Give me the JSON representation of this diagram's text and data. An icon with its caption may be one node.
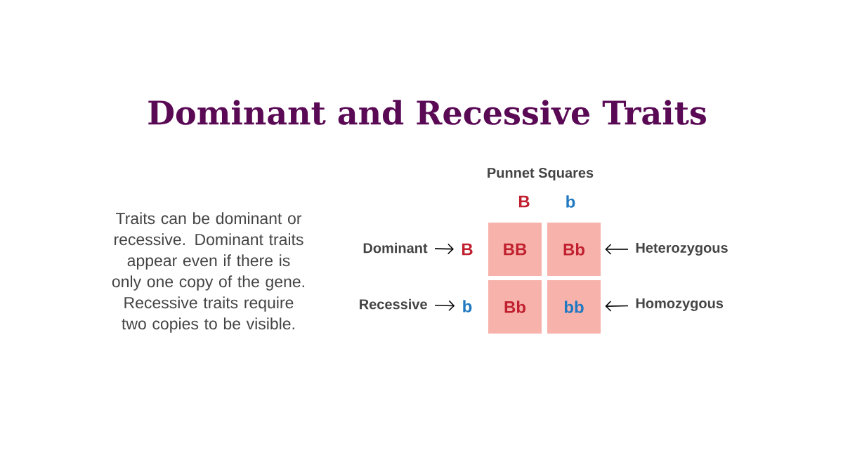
{
  "diagram": {
    "title": "Dominant and Recessive Traits",
    "nodes": [
      {
        "text": [
          "Dominant"
        ]
      },
      {
        "text": [
          "B"
        ]
      },
      {
        "text": [
          "BB"
        ]
      },
      {
        "text": [
          "Bb"
        ]
      },
      {
        "text": [
          "Heterozygous"
        ]
      },
      {
        "text": [
          "Recessive"
        ]
      },
      {
        "text": [
          "b"
        ]
      },
      {
        "text": [
          "Bb"
        ]
      },
      {
        "text": [
          "bb"
        ]
      },
      {
        "text": [
          "Homozygous"
        ]
      }
    ],
    "edges": [
      {
        "from": 0,
        "to": 1,
        "arrow": "to"
      },
      {
        "from": 4,
        "to": 3,
        "arrow": "to"
      },
      {
        "from": 5,
        "to": 6,
        "arrow": "to"
      },
      {
        "from": 9,
        "to": 8,
        "arrow": "to"
      }
    ],
    "labels": [
      "Traits can be dominant or recessive. Dominant traits appear even if there is only one copy of the gene. Recessive traits require two copies to be visible.",
      "Punnet Squares",
      "B",
      "b"
    ]
  }
}
